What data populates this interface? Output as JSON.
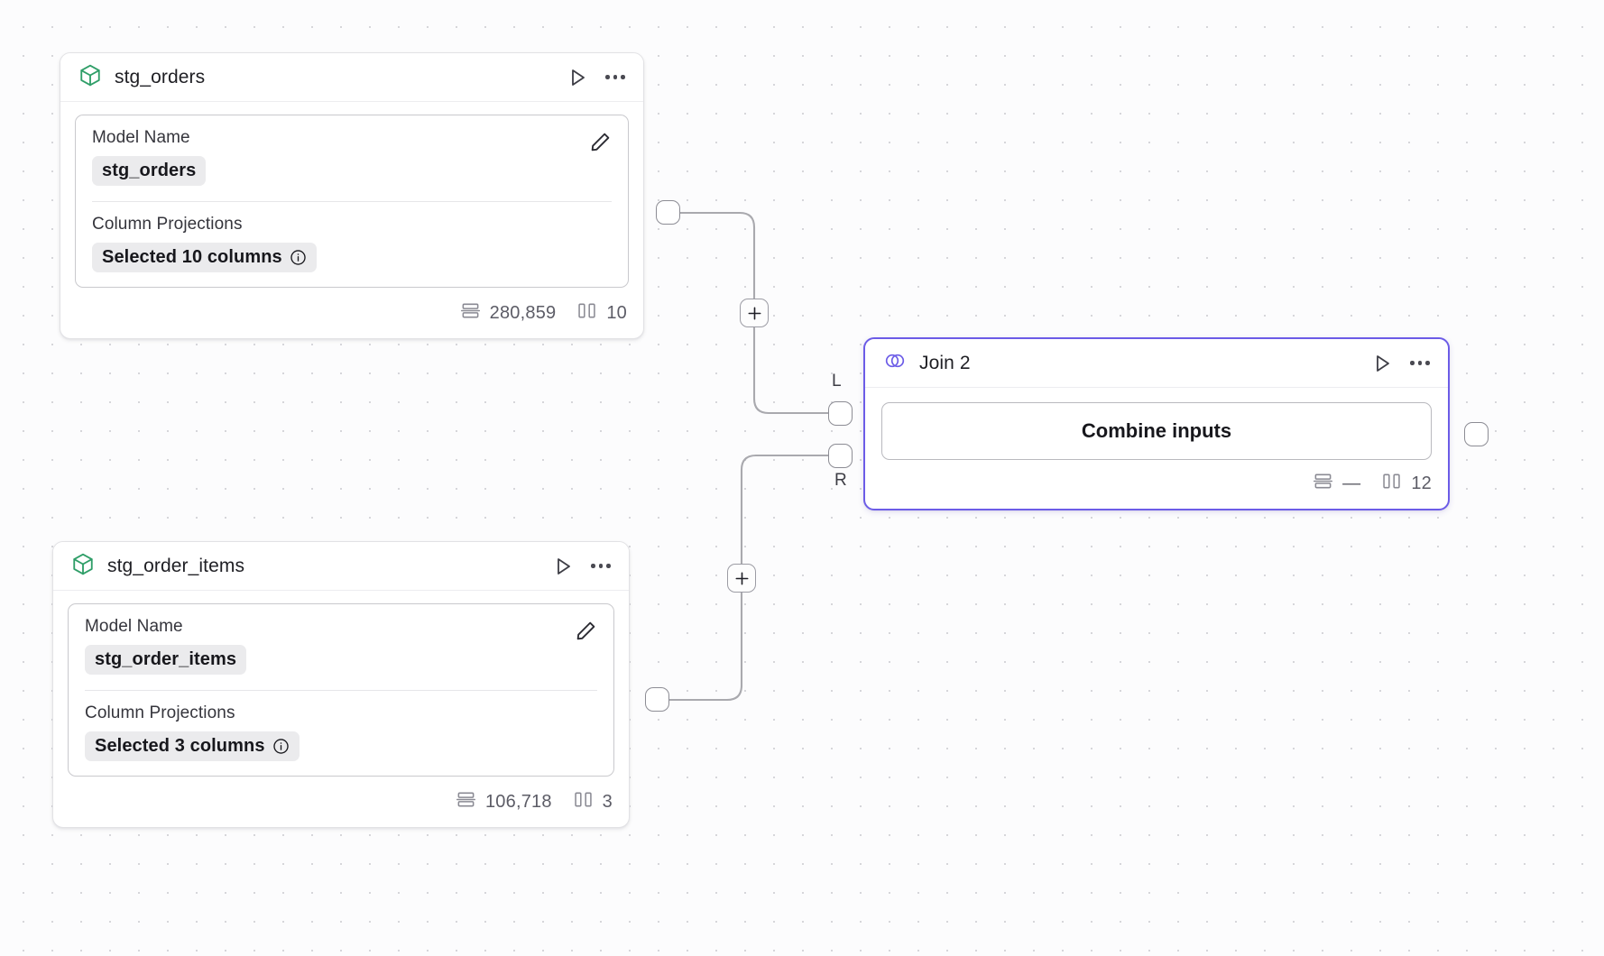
{
  "canvas": {
    "background_color": "#fcfcfd",
    "grid_dot_color": "#d6d6da",
    "accent_color": "#6c5ce7",
    "model_icon_color": "#2f9e68"
  },
  "nodes": [
    {
      "id": "stg_orders",
      "type": "model",
      "icon": "cube-icon",
      "title": "stg_orders",
      "run_label": "Run",
      "menu_label": "More options",
      "properties": [
        {
          "label": "Model Name",
          "value": "stg_orders",
          "edit_icon": "pencil-icon"
        },
        {
          "label": "Column Projections",
          "value": "Selected 10 columns",
          "info_icon": "info-icon"
        }
      ],
      "stats": {
        "rows_icon": "rows-icon",
        "rows": "280,859",
        "columns_icon": "columns-icon",
        "columns": "10"
      }
    },
    {
      "id": "stg_order_items",
      "type": "model",
      "icon": "cube-icon",
      "title": "stg_order_items",
      "run_label": "Run",
      "menu_label": "More options",
      "properties": [
        {
          "label": "Model Name",
          "value": "stg_order_items",
          "edit_icon": "pencil-icon"
        },
        {
          "label": "Column Projections",
          "value": "Selected 3 columns",
          "info_icon": "info-icon"
        }
      ],
      "stats": {
        "rows_icon": "rows-icon",
        "rows": "106,718",
        "columns_icon": "columns-icon",
        "columns": "3"
      }
    },
    {
      "id": "join_2",
      "type": "join",
      "icon": "venn-icon",
      "title": "Join 2",
      "selected": true,
      "run_label": "Run",
      "menu_label": "More options",
      "action_label": "Combine inputs",
      "input_port_labels": {
        "left": "L",
        "right": "R"
      },
      "stats": {
        "rows_icon": "rows-icon",
        "rows": "—",
        "columns_icon": "columns-icon",
        "columns": "12"
      }
    }
  ],
  "edge_buttons": [
    {
      "name": "add-node-button-top",
      "glyph": "+"
    },
    {
      "name": "add-node-button-bottom",
      "glyph": "+"
    }
  ]
}
